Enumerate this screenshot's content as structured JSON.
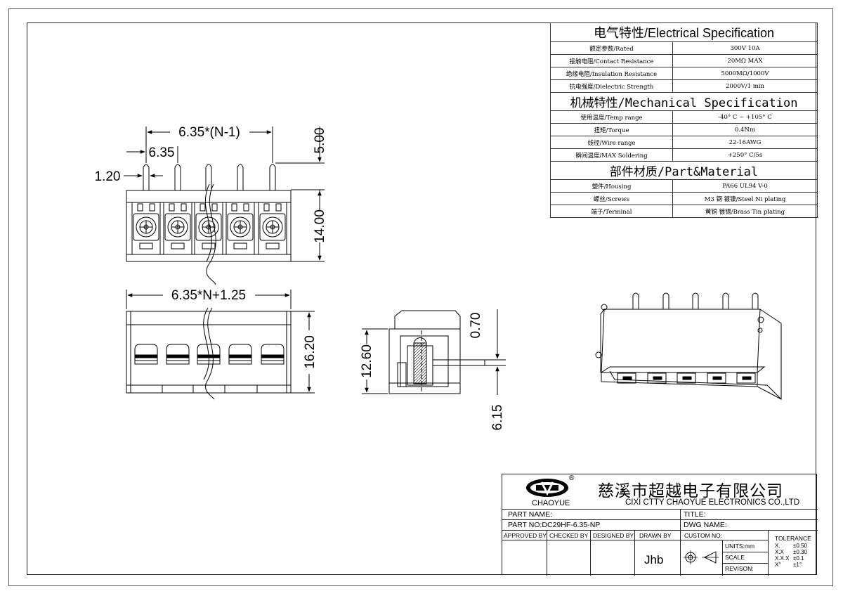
{
  "spec_table": {
    "electrical_title": "电气特性/Electrical Specification",
    "electrical_rows": [
      {
        "label": "额定参数/Rated",
        "value": "300V  10A"
      },
      {
        "label": "接触电阻/Contact Resistance",
        "value": "20MΩ MAX"
      },
      {
        "label": "绝缘电阻/Insulation Resistance",
        "value": "5000MΩ/1000V"
      },
      {
        "label": "抗电强度/Dielectric Strength",
        "value": "2000V/1 min"
      }
    ],
    "mechanical_title": "机械特性/Mechanical Specification",
    "mechanical_rows": [
      {
        "label": "使用温度/Temp range",
        "value": "-40° C ~ +105° C"
      },
      {
        "label": "扭矩/Torque",
        "value": "0.4Nm"
      },
      {
        "label": "线径/Wire range",
        "value": "22-16AWG"
      },
      {
        "label": "瞬间温度/MAX Soldering",
        "value": "+250° C/5s"
      }
    ],
    "material_title": "部件材质/Part&Material",
    "material_rows": [
      {
        "label": "塑件/Housing",
        "value": "PA66 UL94 V-0"
      },
      {
        "label": "螺丝/Screws",
        "value": "M3 钢 镀镍/Steel Ni plating"
      },
      {
        "label": "端子/Terminal",
        "value": "黄铜 镀锡/Brass Tin  plating"
      }
    ]
  },
  "dimensions": {
    "pitch_n1": "6.35*(N-1)",
    "pitch": "6.35",
    "pin_width": "1.20",
    "pin_length": "5.00",
    "body_height": "14.00",
    "total_length": "6.35*N+1.25",
    "bottom_height": "16.20",
    "side_height": "12.60",
    "side_top": "0.70",
    "side_bottom": "6.15"
  },
  "title_block": {
    "logo_text": "CHAOYUE",
    "logo_mark": "®",
    "company_cn": "慈溪市超越电子有限公司",
    "company_en": "CIXI CTTY CHAOYUE ELECTRONICS CO.,LTD",
    "part_name_label": "PART NAME:",
    "title_label": "TITLE:",
    "part_no_label": "PART NO:DC29HF-6.35-NP",
    "dwg_name_label": "DWG NAME:",
    "approved_by": "APPROVED BY",
    "checked_by": "CHECKED BY",
    "designed_by": "DESIGNED BY",
    "drawn_by": "DRAWN BY",
    "drawn_by_value": "Jhb",
    "custom_no": "CUSTOM NO:",
    "units": "UNITS:mm",
    "scale": "SCALE",
    "revision": "REVISON:",
    "tolerance_title": "TOLERANCE",
    "tolerances": [
      {
        "k": "X.",
        "v": "±0.50"
      },
      {
        "k": "X.X",
        "v": "±0.30"
      },
      {
        "k": "X.X.X",
        "v": "±0.1"
      },
      {
        "k": "X°",
        "v": "±1°"
      }
    ]
  }
}
